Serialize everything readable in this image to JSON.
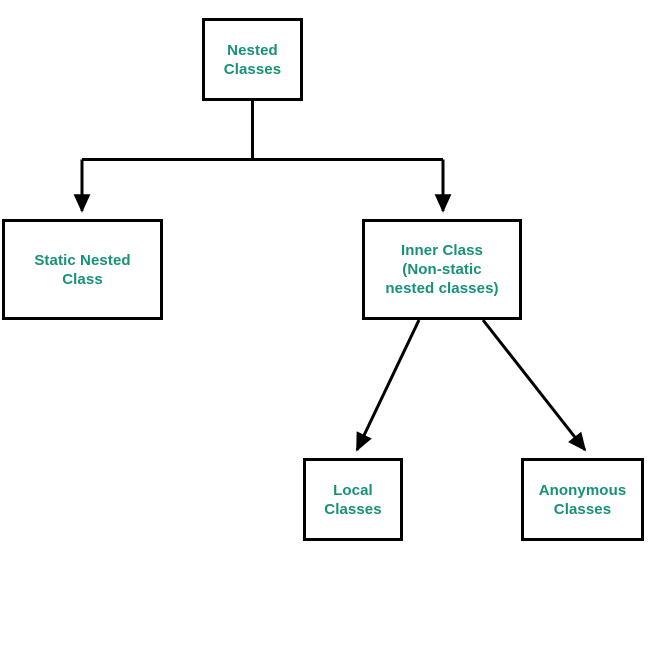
{
  "diagram": {
    "type": "hierarchy-tree",
    "title": "Nested Classes",
    "text_color": "#179178",
    "line_color": "#000000",
    "background_color": "#ffffff",
    "nodes": [
      {
        "id": "root",
        "label": "Nested\nClasses",
        "level": 0
      },
      {
        "id": "static",
        "label": "Static Nested\nClass",
        "level": 1
      },
      {
        "id": "inner",
        "label": "Inner Class\n(Non-static\nnested classes)",
        "level": 1
      },
      {
        "id": "local",
        "label": "Local\nClasses",
        "level": 2
      },
      {
        "id": "anonymous",
        "label": "Anonymous\nClasses",
        "level": 2
      }
    ],
    "edges": [
      {
        "from": "root",
        "to": "static",
        "style": "orthogonal",
        "arrow": true
      },
      {
        "from": "root",
        "to": "inner",
        "style": "orthogonal",
        "arrow": true
      },
      {
        "from": "inner",
        "to": "local",
        "style": "diagonal",
        "arrow": true
      },
      {
        "from": "inner",
        "to": "anonymous",
        "style": "diagonal",
        "arrow": true
      }
    ]
  }
}
